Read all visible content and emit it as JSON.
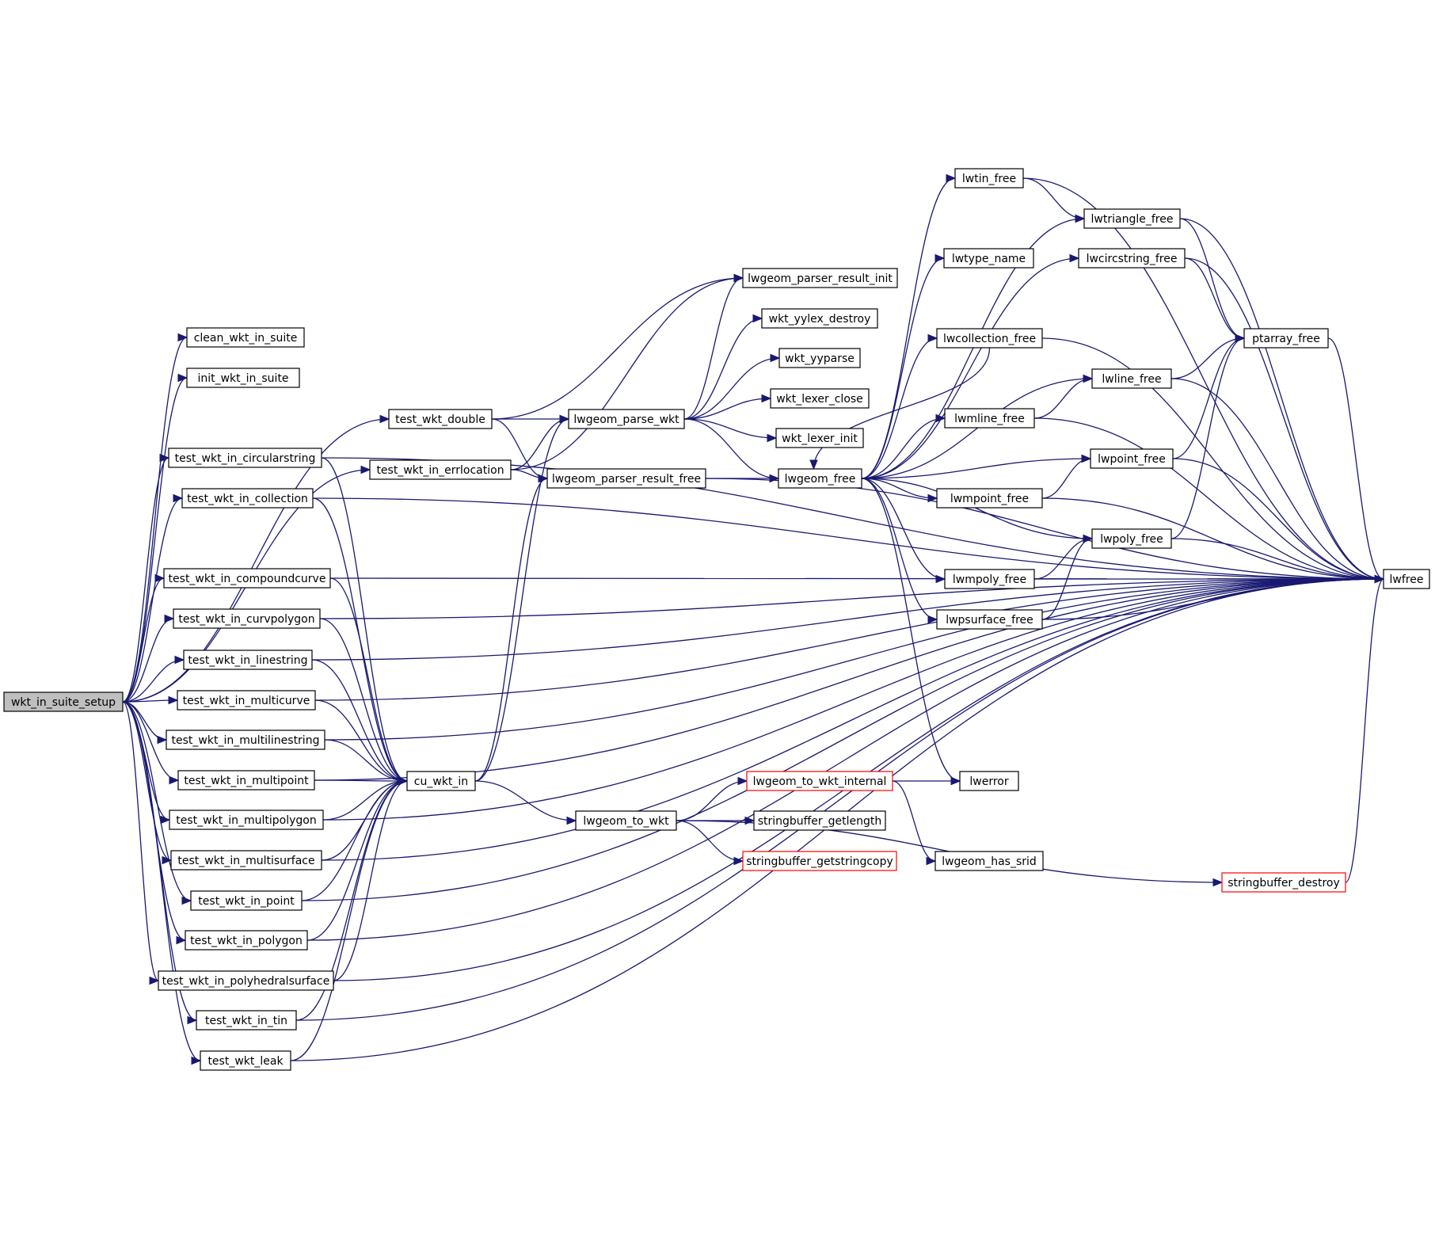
{
  "graph": {
    "title": "",
    "edge_color": "#191970",
    "red_border_color": "#ff0000",
    "root_fill": "#bfbfbf",
    "nodes": [
      {
        "id": "root",
        "label": "wkt_in_suite_setup",
        "kind": "root"
      },
      {
        "id": "clean",
        "label": "clean_wkt_in_suite"
      },
      {
        "id": "init",
        "label": "init_wkt_in_suite"
      },
      {
        "id": "tdouble",
        "label": "test_wkt_double"
      },
      {
        "id": "tcirc",
        "label": "test_wkt_in_circularstring"
      },
      {
        "id": "tcoll",
        "label": "test_wkt_in_collection"
      },
      {
        "id": "terr",
        "label": "test_wkt_in_errlocation"
      },
      {
        "id": "tcomp",
        "label": "test_wkt_in_compoundcurve"
      },
      {
        "id": "tcurv",
        "label": "test_wkt_in_curvpolygon"
      },
      {
        "id": "tline",
        "label": "test_wkt_in_linestring"
      },
      {
        "id": "tmcurve",
        "label": "test_wkt_in_multicurve"
      },
      {
        "id": "tmline",
        "label": "test_wkt_in_multilinestring"
      },
      {
        "id": "tmpoint",
        "label": "test_wkt_in_multipoint"
      },
      {
        "id": "tmpoly",
        "label": "test_wkt_in_multipolygon"
      },
      {
        "id": "tmsurf",
        "label": "test_wkt_in_multisurface"
      },
      {
        "id": "tpoint",
        "label": "test_wkt_in_point"
      },
      {
        "id": "tpoly",
        "label": "test_wkt_in_polygon"
      },
      {
        "id": "tphs",
        "label": "test_wkt_in_polyhedralsurface"
      },
      {
        "id": "ttin",
        "label": "test_wkt_in_tin"
      },
      {
        "id": "tleak",
        "label": "test_wkt_leak"
      },
      {
        "id": "cuwkt",
        "label": "cu_wkt_in"
      },
      {
        "id": "parsewkt",
        "label": "lwgeom_parse_wkt"
      },
      {
        "id": "prfree",
        "label": "lwgeom_parser_result_free"
      },
      {
        "id": "prinit",
        "label": "lwgeom_parser_result_init"
      },
      {
        "id": "yylex",
        "label": "wkt_yylex_destroy"
      },
      {
        "id": "yyparse",
        "label": "wkt_yyparse"
      },
      {
        "id": "lexclose",
        "label": "wkt_lexer_close"
      },
      {
        "id": "lexinit",
        "label": "wkt_lexer_init"
      },
      {
        "id": "lwgfree",
        "label": "lwgeom_free"
      },
      {
        "id": "towkt",
        "label": "lwgeom_to_wkt"
      },
      {
        "id": "towkti",
        "label": "lwgeom_to_wkt_internal",
        "kind": "red"
      },
      {
        "id": "sbgetlen",
        "label": "stringbuffer_getlength"
      },
      {
        "id": "sbgetcopy",
        "label": "stringbuffer_getstringcopy",
        "kind": "red"
      },
      {
        "id": "tinfree",
        "label": "lwtin_free"
      },
      {
        "id": "typename",
        "label": "lwtype_name"
      },
      {
        "id": "collfree",
        "label": "lwcollection_free"
      },
      {
        "id": "mlinefree",
        "label": "lwmline_free"
      },
      {
        "id": "mpointfree",
        "label": "lwmpoint_free"
      },
      {
        "id": "mpolyfree",
        "label": "lwmpoly_free"
      },
      {
        "id": "psurffree",
        "label": "lwpsurface_free"
      },
      {
        "id": "lwerror",
        "label": "lwerror"
      },
      {
        "id": "hassrid",
        "label": "lwgeom_has_srid"
      },
      {
        "id": "trifree",
        "label": "lwtriangle_free"
      },
      {
        "id": "circfree",
        "label": "lwcircstring_free"
      },
      {
        "id": "linefree",
        "label": "lwline_free"
      },
      {
        "id": "pointfree",
        "label": "lwpoint_free"
      },
      {
        "id": "polyfree",
        "label": "lwpoly_free"
      },
      {
        "id": "sbdestroy",
        "label": "stringbuffer_destroy",
        "kind": "red"
      },
      {
        "id": "ptfree",
        "label": "ptarray_free"
      },
      {
        "id": "lwfree",
        "label": "lwfree"
      }
    ],
    "edges": [
      [
        "root",
        "clean"
      ],
      [
        "root",
        "init"
      ],
      [
        "root",
        "tdouble"
      ],
      [
        "root",
        "tcirc"
      ],
      [
        "root",
        "tcoll"
      ],
      [
        "root",
        "terr"
      ],
      [
        "root",
        "tcomp"
      ],
      [
        "root",
        "tcurv"
      ],
      [
        "root",
        "tline"
      ],
      [
        "root",
        "tmcurve"
      ],
      [
        "root",
        "tmline"
      ],
      [
        "root",
        "tmpoint"
      ],
      [
        "root",
        "tmpoly"
      ],
      [
        "root",
        "tmsurf"
      ],
      [
        "root",
        "tpoint"
      ],
      [
        "root",
        "tpoly"
      ],
      [
        "root",
        "tphs"
      ],
      [
        "root",
        "ttin"
      ],
      [
        "root",
        "tleak"
      ],
      [
        "tdouble",
        "parsewkt"
      ],
      [
        "tdouble",
        "prfree"
      ],
      [
        "tdouble",
        "prinit"
      ],
      [
        "terr",
        "parsewkt"
      ],
      [
        "terr",
        "prfree"
      ],
      [
        "terr",
        "prinit"
      ],
      [
        "tcirc",
        "cuwkt"
      ],
      [
        "tcirc",
        "lwfree"
      ],
      [
        "tcoll",
        "cuwkt"
      ],
      [
        "tcoll",
        "lwfree"
      ],
      [
        "tcomp",
        "cuwkt"
      ],
      [
        "tcomp",
        "lwfree"
      ],
      [
        "tcurv",
        "cuwkt"
      ],
      [
        "tcurv",
        "lwfree"
      ],
      [
        "tline",
        "cuwkt"
      ],
      [
        "tline",
        "lwfree"
      ],
      [
        "tmcurve",
        "cuwkt"
      ],
      [
        "tmcurve",
        "lwfree"
      ],
      [
        "tmline",
        "cuwkt"
      ],
      [
        "tmline",
        "lwfree"
      ],
      [
        "tmpoint",
        "cuwkt"
      ],
      [
        "tmpoint",
        "lwfree"
      ],
      [
        "tmpoly",
        "cuwkt"
      ],
      [
        "tmpoly",
        "lwfree"
      ],
      [
        "tmsurf",
        "cuwkt"
      ],
      [
        "tmsurf",
        "lwfree"
      ],
      [
        "tpoint",
        "cuwkt"
      ],
      [
        "tpoint",
        "lwfree"
      ],
      [
        "tpoly",
        "cuwkt"
      ],
      [
        "tpoly",
        "lwfree"
      ],
      [
        "tphs",
        "cuwkt"
      ],
      [
        "tphs",
        "lwfree"
      ],
      [
        "ttin",
        "cuwkt"
      ],
      [
        "ttin",
        "lwfree"
      ],
      [
        "tleak",
        "cuwkt"
      ],
      [
        "tleak",
        "lwfree"
      ],
      [
        "cuwkt",
        "parsewkt"
      ],
      [
        "cuwkt",
        "prfree"
      ],
      [
        "cuwkt",
        "towkt"
      ],
      [
        "parsewkt",
        "prinit"
      ],
      [
        "parsewkt",
        "yylex"
      ],
      [
        "parsewkt",
        "yyparse"
      ],
      [
        "parsewkt",
        "lexclose"
      ],
      [
        "parsewkt",
        "lexinit"
      ],
      [
        "parsewkt",
        "lwgfree"
      ],
      [
        "prfree",
        "lwgfree"
      ],
      [
        "prfree",
        "lwfree"
      ],
      [
        "towkt",
        "towkti"
      ],
      [
        "towkt",
        "sbgetlen"
      ],
      [
        "towkt",
        "sbgetcopy"
      ],
      [
        "towkt",
        "sbdestroy"
      ],
      [
        "towkti",
        "lwerror"
      ],
      [
        "towkti",
        "hassrid"
      ],
      [
        "lwgfree",
        "tinfree"
      ],
      [
        "lwgfree",
        "typename"
      ],
      [
        "lwgfree",
        "circfree"
      ],
      [
        "lwgfree",
        "collfree"
      ],
      [
        "lwgfree",
        "linefree"
      ],
      [
        "lwgfree",
        "mlinefree"
      ],
      [
        "lwgfree",
        "pointfree"
      ],
      [
        "lwgfree",
        "mpointfree"
      ],
      [
        "lwgfree",
        "polyfree"
      ],
      [
        "lwgfree",
        "mpolyfree"
      ],
      [
        "lwgfree",
        "psurffree"
      ],
      [
        "lwgfree",
        "lwerror"
      ],
      [
        "lwgfree",
        "trifree"
      ],
      [
        "tinfree",
        "trifree"
      ],
      [
        "tinfree",
        "lwfree"
      ],
      [
        "collfree",
        "lwgfree"
      ],
      [
        "collfree",
        "lwfree"
      ],
      [
        "mlinefree",
        "linefree"
      ],
      [
        "mlinefree",
        "lwfree"
      ],
      [
        "mpointfree",
        "pointfree"
      ],
      [
        "mpointfree",
        "lwfree"
      ],
      [
        "mpolyfree",
        "polyfree"
      ],
      [
        "mpolyfree",
        "lwfree"
      ],
      [
        "psurffree",
        "polyfree"
      ],
      [
        "psurffree",
        "lwfree"
      ],
      [
        "trifree",
        "ptfree"
      ],
      [
        "trifree",
        "lwfree"
      ],
      [
        "circfree",
        "ptfree"
      ],
      [
        "circfree",
        "lwfree"
      ],
      [
        "linefree",
        "ptfree"
      ],
      [
        "linefree",
        "lwfree"
      ],
      [
        "pointfree",
        "ptfree"
      ],
      [
        "pointfree",
        "lwfree"
      ],
      [
        "polyfree",
        "ptfree"
      ],
      [
        "polyfree",
        "lwfree"
      ],
      [
        "ptfree",
        "lwfree"
      ],
      [
        "sbdestroy",
        "lwfree"
      ]
    ]
  }
}
